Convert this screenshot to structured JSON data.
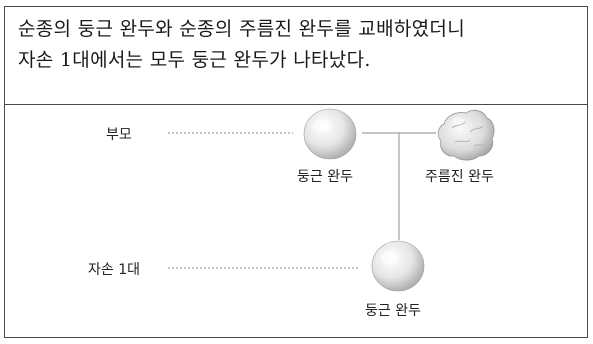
{
  "description": {
    "line1": "순종의 둥근 완두와 순종의 주름진 완두를 교배하였더니",
    "line2": "자손 1대에서는 모두 둥근 완두가 나타났다."
  },
  "generations": {
    "parent_label": "부모",
    "offspring_label": "자손 1대"
  },
  "peas": {
    "parent_round_label": "둥근 완두",
    "parent_wrinkled_label": "주름진 완두",
    "offspring_round_label": "둥근 완두"
  }
}
